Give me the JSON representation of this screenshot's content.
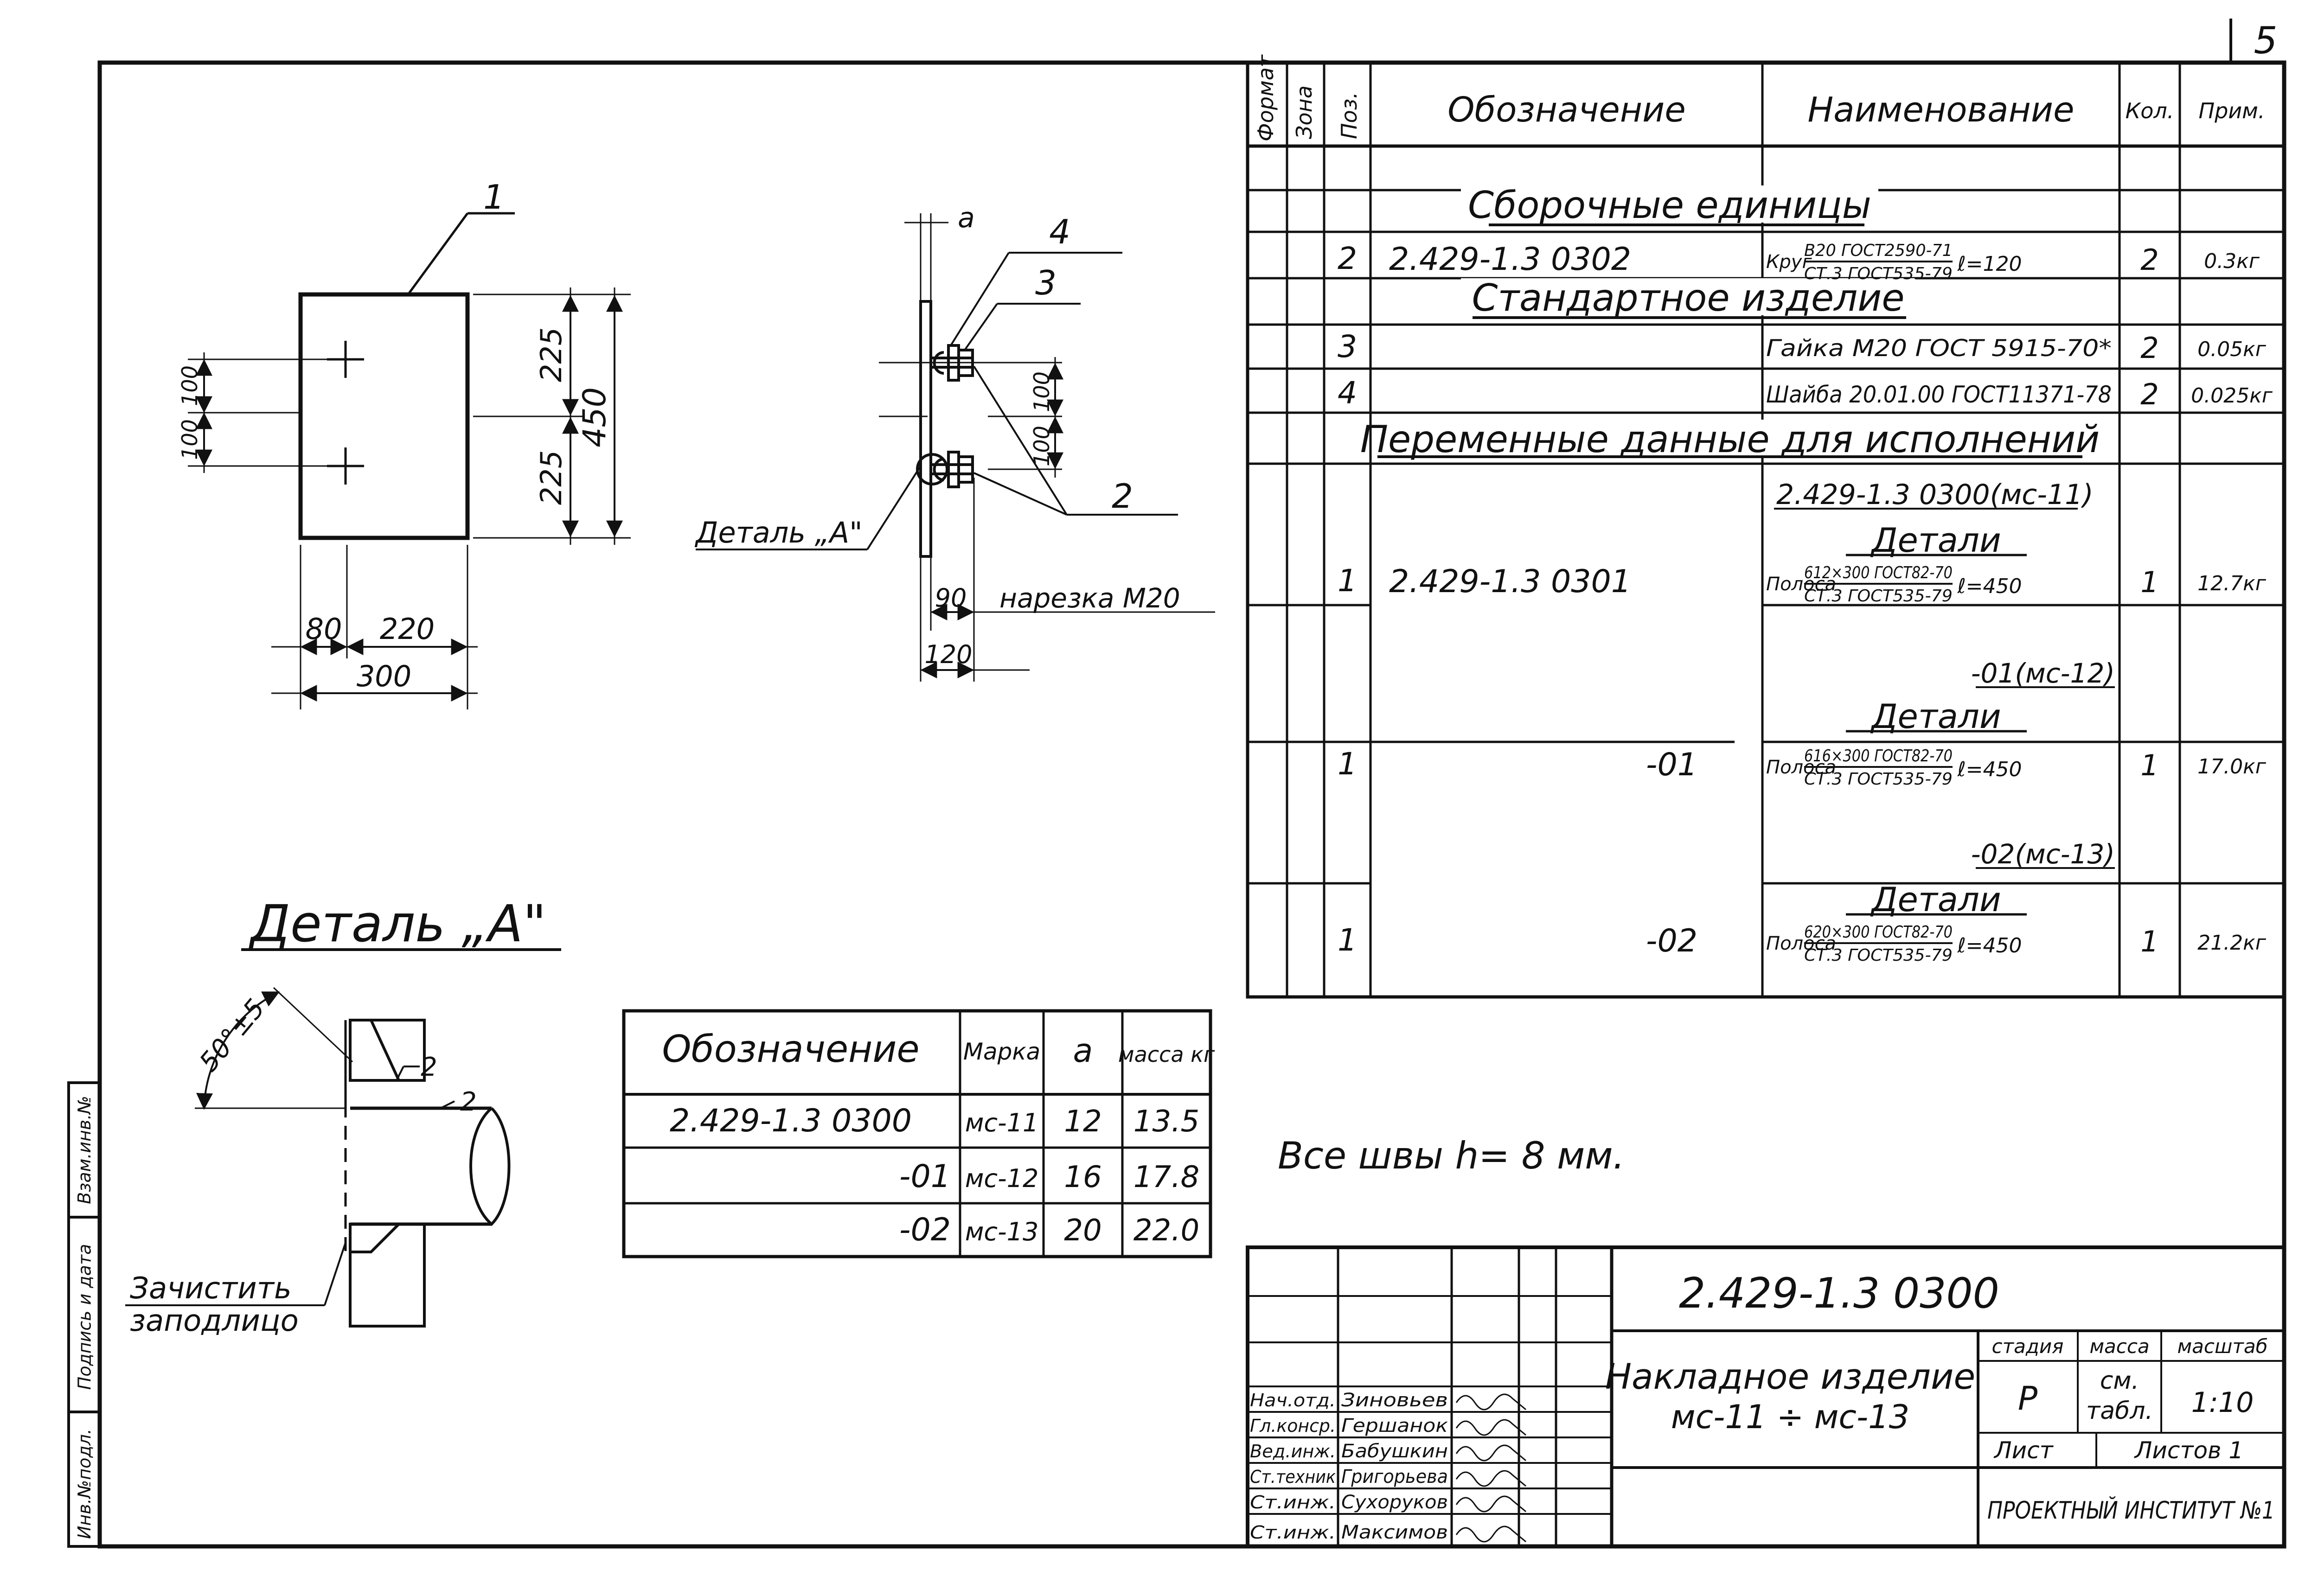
{
  "sheet_number": "5",
  "spec": {
    "col_format": "Формат",
    "col_zone": "Зона",
    "col_pos": "Поз.",
    "col_designation": "Обозначение",
    "col_name": "Наименование",
    "col_qty": "Кол.",
    "col_note": "Прим.",
    "section_assembly": "Сборочные единицы",
    "section_standard": "Стандартное изделие",
    "section_variable": "Переменные данные для исполнений",
    "rows": [
      {
        "pos": "2",
        "designation": "2.429-1.3 0302",
        "name": "Круг",
        "num": "B20 ГОСТ2590-71",
        "den": "СТ.3 ГОСТ535-79",
        "len": "ℓ=120",
        "qty": "2",
        "note": "0.3кг"
      },
      {
        "pos": "3",
        "designation": "",
        "name": "Гайка М20 ГОСТ 5915-70*",
        "qty": "2",
        "note": "0.05кг"
      },
      {
        "pos": "4",
        "designation": "",
        "name": "Шайба 20.01.00 ГОСТ11371-78",
        "qty": "2",
        "note": "0.025кг"
      },
      {
        "pos": "",
        "designation": "",
        "name": "2.429-1.3 0300(мс-11)",
        "qty": "",
        "note": ""
      },
      {
        "pos": "",
        "designation": "",
        "name": "Детали",
        "qty": "",
        "note": ""
      },
      {
        "pos": "1",
        "designation": "2.429-1.3 0301",
        "name": "Полоса",
        "num": "612×300 ГОСТ82-70",
        "den": "СТ.3 ГОСТ535-79",
        "len": "ℓ=450",
        "qty": "1",
        "note": "12.7кг"
      },
      {
        "pos": "",
        "designation": "",
        "name": "-01(мс-12)",
        "qty": "",
        "note": ""
      },
      {
        "pos": "",
        "designation": "",
        "name": "Детали",
        "qty": "",
        "note": ""
      },
      {
        "pos": "1",
        "designation": "-01",
        "name": "Полоса",
        "num": "616×300 ГОСТ82-70",
        "den": "СТ.3 ГОСТ535-79",
        "len": "ℓ=450",
        "qty": "1",
        "note": "17.0кг"
      },
      {
        "pos": "",
        "designation": "",
        "name": "-02(мс-13)",
        "qty": "",
        "note": ""
      },
      {
        "pos": "",
        "designation": "",
        "name": "Детали",
        "qty": "",
        "note": ""
      },
      {
        "pos": "1",
        "designation": "-02",
        "name": "Полоса",
        "num": "620×300 ГОСТ82-70",
        "den": "СТ.3 ГОСТ535-79",
        "len": "ℓ=450",
        "qty": "1",
        "note": "21.2кг"
      }
    ]
  },
  "drawing": {
    "plate_dims": [
      "225",
      "225",
      "450",
      "100",
      "100",
      "80",
      "220",
      "300"
    ],
    "side_dims": [
      "a",
      "90",
      "120",
      "100",
      "100"
    ],
    "thread_label": "нарезка М20",
    "detail_a_callout": "Деталь „А\"",
    "positions": [
      "1",
      "2",
      "3",
      "4"
    ],
    "detail_a_title": "Деталь „А\"",
    "angle_label": "50°±5",
    "weld_leg_1": "2",
    "weld_leg_2": "2",
    "clean_note_line1": "Зачистить",
    "clean_note_line2": "заподлицо"
  },
  "variants_table": {
    "headers": [
      "Обозначение",
      "Марка",
      "a",
      "масса кг"
    ],
    "rows": [
      {
        "designation": "2.429-1.3 0300",
        "mark": "мс-11",
        "a": "12",
        "mass": "13.5"
      },
      {
        "designation": "-01",
        "mark": "мс-12",
        "a": "16",
        "mass": "17.8"
      },
      {
        "designation": "-02",
        "mark": "мс-13",
        "a": "20",
        "mass": "22.0"
      }
    ]
  },
  "weld_note": "Все швы h= 8 мм.",
  "title_block": {
    "doc_number": "2.429-1.3 0300",
    "title_line1": "Накладное изделие",
    "title_line2": "мс-11 ÷ мс-13",
    "stage_label": "стадия",
    "mass_label": "масса",
    "scale_label": "масштаб",
    "stage_value": "Р",
    "mass_value_line1": "см.",
    "mass_value_line2": "табл.",
    "scale_value": "1:10",
    "sheet_label": "Лист",
    "sheets_label": "Листов 1",
    "organization": "ПРОЕКТНЫЙ ИНСТИТУТ №1",
    "staff": [
      {
        "role": "Нач.отд.",
        "name": "Зиновьев"
      },
      {
        "role": "Гл.конср.",
        "name": "Гершанок"
      },
      {
        "role": "Вед.инж.",
        "name": "Бабушкин"
      },
      {
        "role": "Ст.техник",
        "name": "Григорьева"
      },
      {
        "role": "Ст.инж.",
        "name": "Сухоруков"
      },
      {
        "role": "Ст.инж.",
        "name": "Максимов"
      }
    ]
  },
  "side_stamp": [
    "Инв.№подл.",
    "Подпись и дата",
    "Взам.инв.№"
  ]
}
